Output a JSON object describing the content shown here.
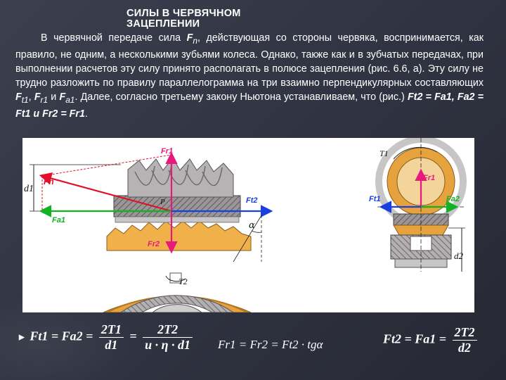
{
  "slide": {
    "title_line1": "СИЛЫ В ЧЕРВЯЧНОМ",
    "title_line2": "ЗАЦЕПЛЕНИИ",
    "para_seg1": "В червячной передаче сила ",
    "para_seg2": ", действующая со стороны червяка, воспринимается, как правило, не одним, а несколькими зубьями колеса. Однако, также как и в зубчатых передачах, при выполнении расчетов эту силу принято располагать в полюсе зацепления (рис. 6.6, а). Эту силу не трудно разложить по правилу параллелограмма на три взаимно перпендикулярных составляющих ",
    "para_seg3": ". Далее, согласно третьему закону Ньютона устанавливаем, что (рис.) ",
    "sym_Fn": "F",
    "sub_n": "n",
    "sym_Ft1": "F",
    "sub_t1": "t1",
    "sym_Fr1": "F",
    "sub_r1": "r1",
    "sym_Fa1": "F",
    "sub_a1": "a1",
    "comma": ", ",
    "and": " и ",
    "eq1_text": "Ft2 = Fa1, Fa2 = Ft1 и Fr2 = Fr1",
    "period": "."
  },
  "figure": {
    "labels": {
      "Fr1": "Fr1",
      "Fn": "Fn",
      "Fa1": "Fa1",
      "Ft2": "Ft2",
      "Fr2": "Fr2",
      "d1": "d1",
      "T2": "T2",
      "alpha": "α",
      "P": "P",
      "T1": "T1",
      "Fr1_side": "Fr1",
      "Ft1_side": "Ft1",
      "Fa2_side": "Fa2",
      "d2": "d2"
    }
  },
  "formulas": {
    "f1_lhs": "Ft1 = Fa2 =",
    "f1_num1": "2T1",
    "f1_den1": "d1",
    "f1_eq": "=",
    "f1_num2": "2T2",
    "f1_den2": "u · η · d1",
    "f2": "Fr1 = Fr2 = Ft2 · tgα",
    "f3_lhs": "Ft2 = Fa1 =",
    "f3_num": "2T2",
    "f3_den": "d2"
  },
  "colors": {
    "pink": "#e8197d",
    "red": "#e0102a",
    "blue": "#1a3fe0",
    "green": "#11b322",
    "gear_orange": "#e6a33d",
    "worm_gray": "#a4a0a2",
    "hatch": "#6a6566"
  }
}
